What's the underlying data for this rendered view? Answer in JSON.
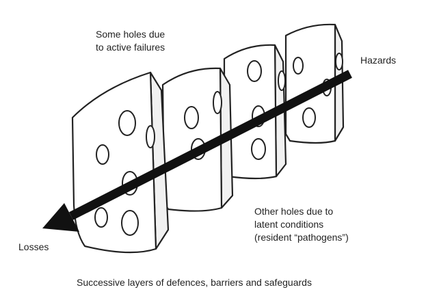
{
  "labels": {
    "active_failures_line1": "Some holes due",
    "active_failures_line2": "to active failures",
    "hazards": "Hazards",
    "losses": "Losses",
    "latent_line1": "Other holes due to",
    "latent_line2": "latent conditions",
    "latent_line3": "(resident “pathogens”)",
    "caption": "Successive layers of defences, barriers and safeguards"
  },
  "layers_count": 4,
  "colors": {
    "ink": "#111111",
    "slice_fill": "#ffffff",
    "slice_side": "#f1f1f1"
  }
}
